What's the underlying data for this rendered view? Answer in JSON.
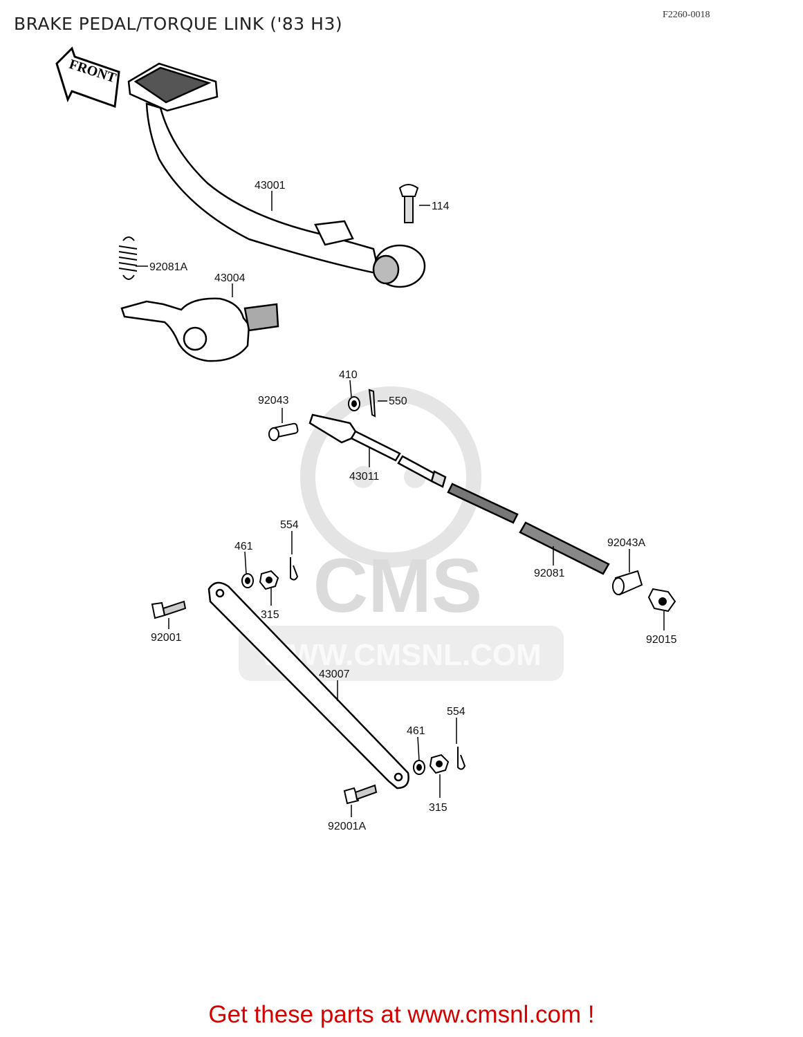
{
  "title": "BRAKE PEDAL/TORQUE LINK ('83 H3)",
  "diagram_code": "F2260-0018",
  "front_arrow_label": "FRONT",
  "watermark": {
    "logo_text": "CMS",
    "url_text": "WWW.CMSNL.COM"
  },
  "labels": {
    "p43001": "43001",
    "p114": "114",
    "p92081A": "92081A",
    "p43004": "43004",
    "p410": "410",
    "p92043": "92043",
    "p550": "550",
    "p43011": "43011",
    "p554a": "554",
    "p461a": "461",
    "p92043A": "92043A",
    "p92081": "92081",
    "p315a": "315",
    "p92001": "92001",
    "p92015": "92015",
    "p43007": "43007",
    "p554b": "554",
    "p461b": "461",
    "p315b": "315",
    "p92001A": "92001A"
  },
  "footer_text": "Get these parts at www.cmsnl.com !"
}
